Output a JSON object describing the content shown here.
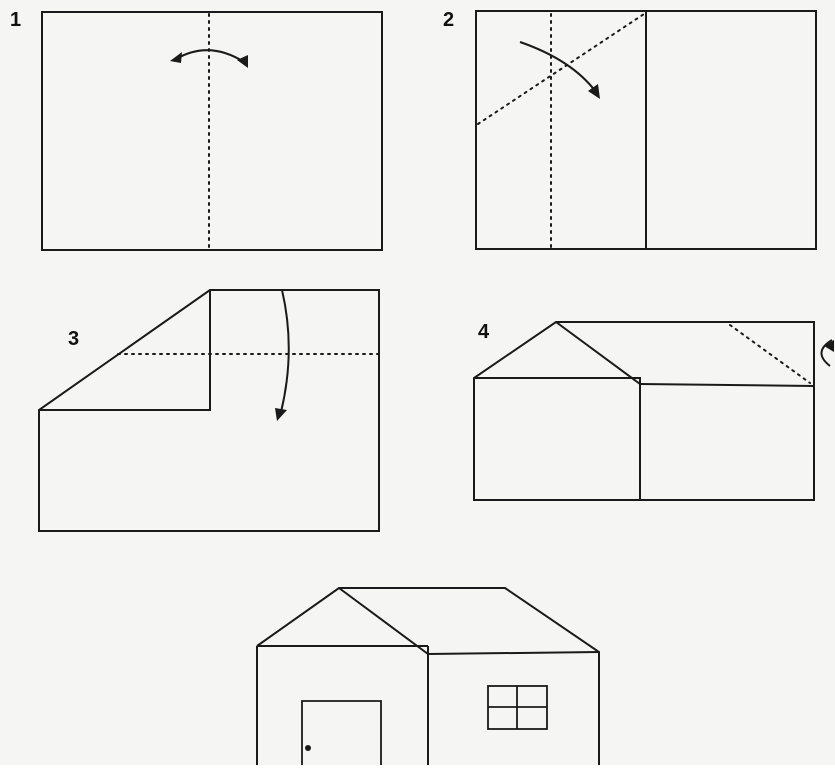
{
  "steps": [
    {
      "number": "1"
    },
    {
      "number": "2"
    },
    {
      "number": "3"
    },
    {
      "number": "4"
    }
  ],
  "colors": {
    "line": "#1a1a1a",
    "background": "#f5f5f4"
  }
}
